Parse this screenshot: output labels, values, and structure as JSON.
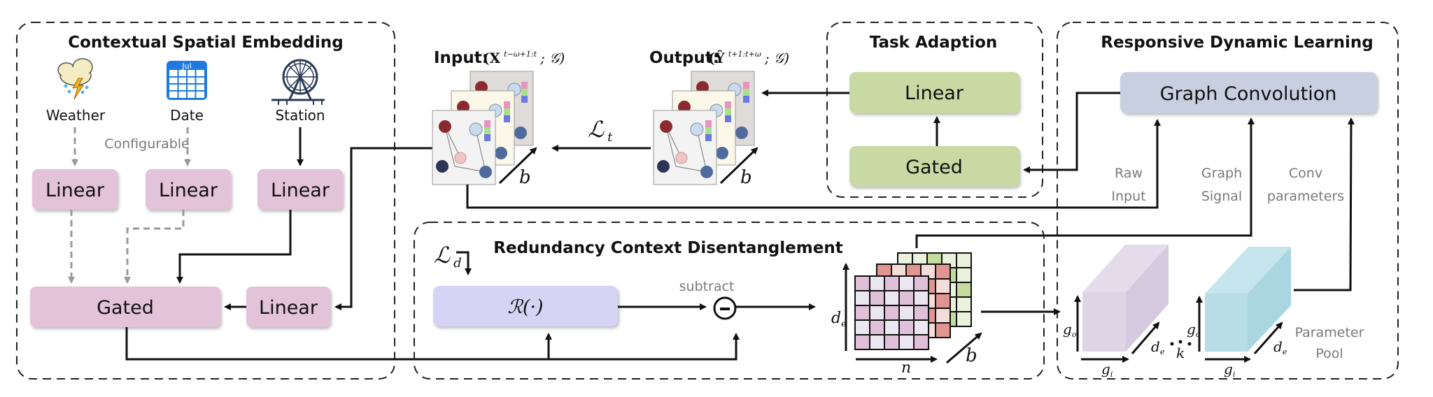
{
  "figure": {
    "modules": {
      "contextual_spatial_embedding": {
        "title": "Contextual Spatial Embedding",
        "inputs": [
          {
            "label": "Weather",
            "icon": "weather-storm-icon"
          },
          {
            "label": "Date",
            "icon": "calendar-icon",
            "icon_text": "Jul"
          },
          {
            "label": "Station",
            "icon": "ferris-wheel-icon"
          }
        ],
        "configurable_label": "Configurable",
        "linear_label": "Linear",
        "gated_label": "Gated"
      },
      "io": {
        "input_label": "Input:",
        "input_math": "(X",
        "input_sup": "t−ω+1:t",
        "input_tail": "; 𝒢)",
        "output_label": "Output:",
        "output_math": "(Ŷ",
        "output_sup": "t+1:t+ω",
        "output_tail": "; 𝒢)",
        "loss_t": "ℒ",
        "loss_t_sub": "t",
        "batch": "b"
      },
      "task_adaption": {
        "title": "Task Adaption",
        "linear_label": "Linear",
        "gated_label": "Gated"
      },
      "responsive_dynamic_learning": {
        "title": "Responsive Dynamic Learning",
        "graph_conv_label": "Graph Convolution",
        "raw_input_label": [
          "Raw",
          "Input"
        ],
        "graph_signal_label": [
          "Graph",
          "Signal"
        ],
        "conv_params_label": [
          "Conv",
          "parameters"
        ],
        "parameter_pool_label": [
          "Parameter",
          "Pool"
        ],
        "go": "g",
        "go_sub": "o",
        "gi": "g",
        "gi_sub": "i",
        "de": "d",
        "de_sub": "e",
        "k": "k"
      },
      "redundancy_context_disentanglement": {
        "title": "Redundancy Context Disentanglement",
        "loss_d": "ℒ",
        "loss_d_sub": "d",
        "r_func": "ℛ(·)",
        "subtract_label": "subtract",
        "de": "d",
        "de_sub": "e",
        "n": "n",
        "b": "b"
      }
    },
    "colors": {
      "cse_box": "#e3c3d9",
      "task_box": "#c8d9a3",
      "graph_conv_box": "#c8cfe0",
      "r_box": "#d7d3f5",
      "cube_purple": "#ddd4e6",
      "cube_blue": "#b7dde7"
    }
  }
}
